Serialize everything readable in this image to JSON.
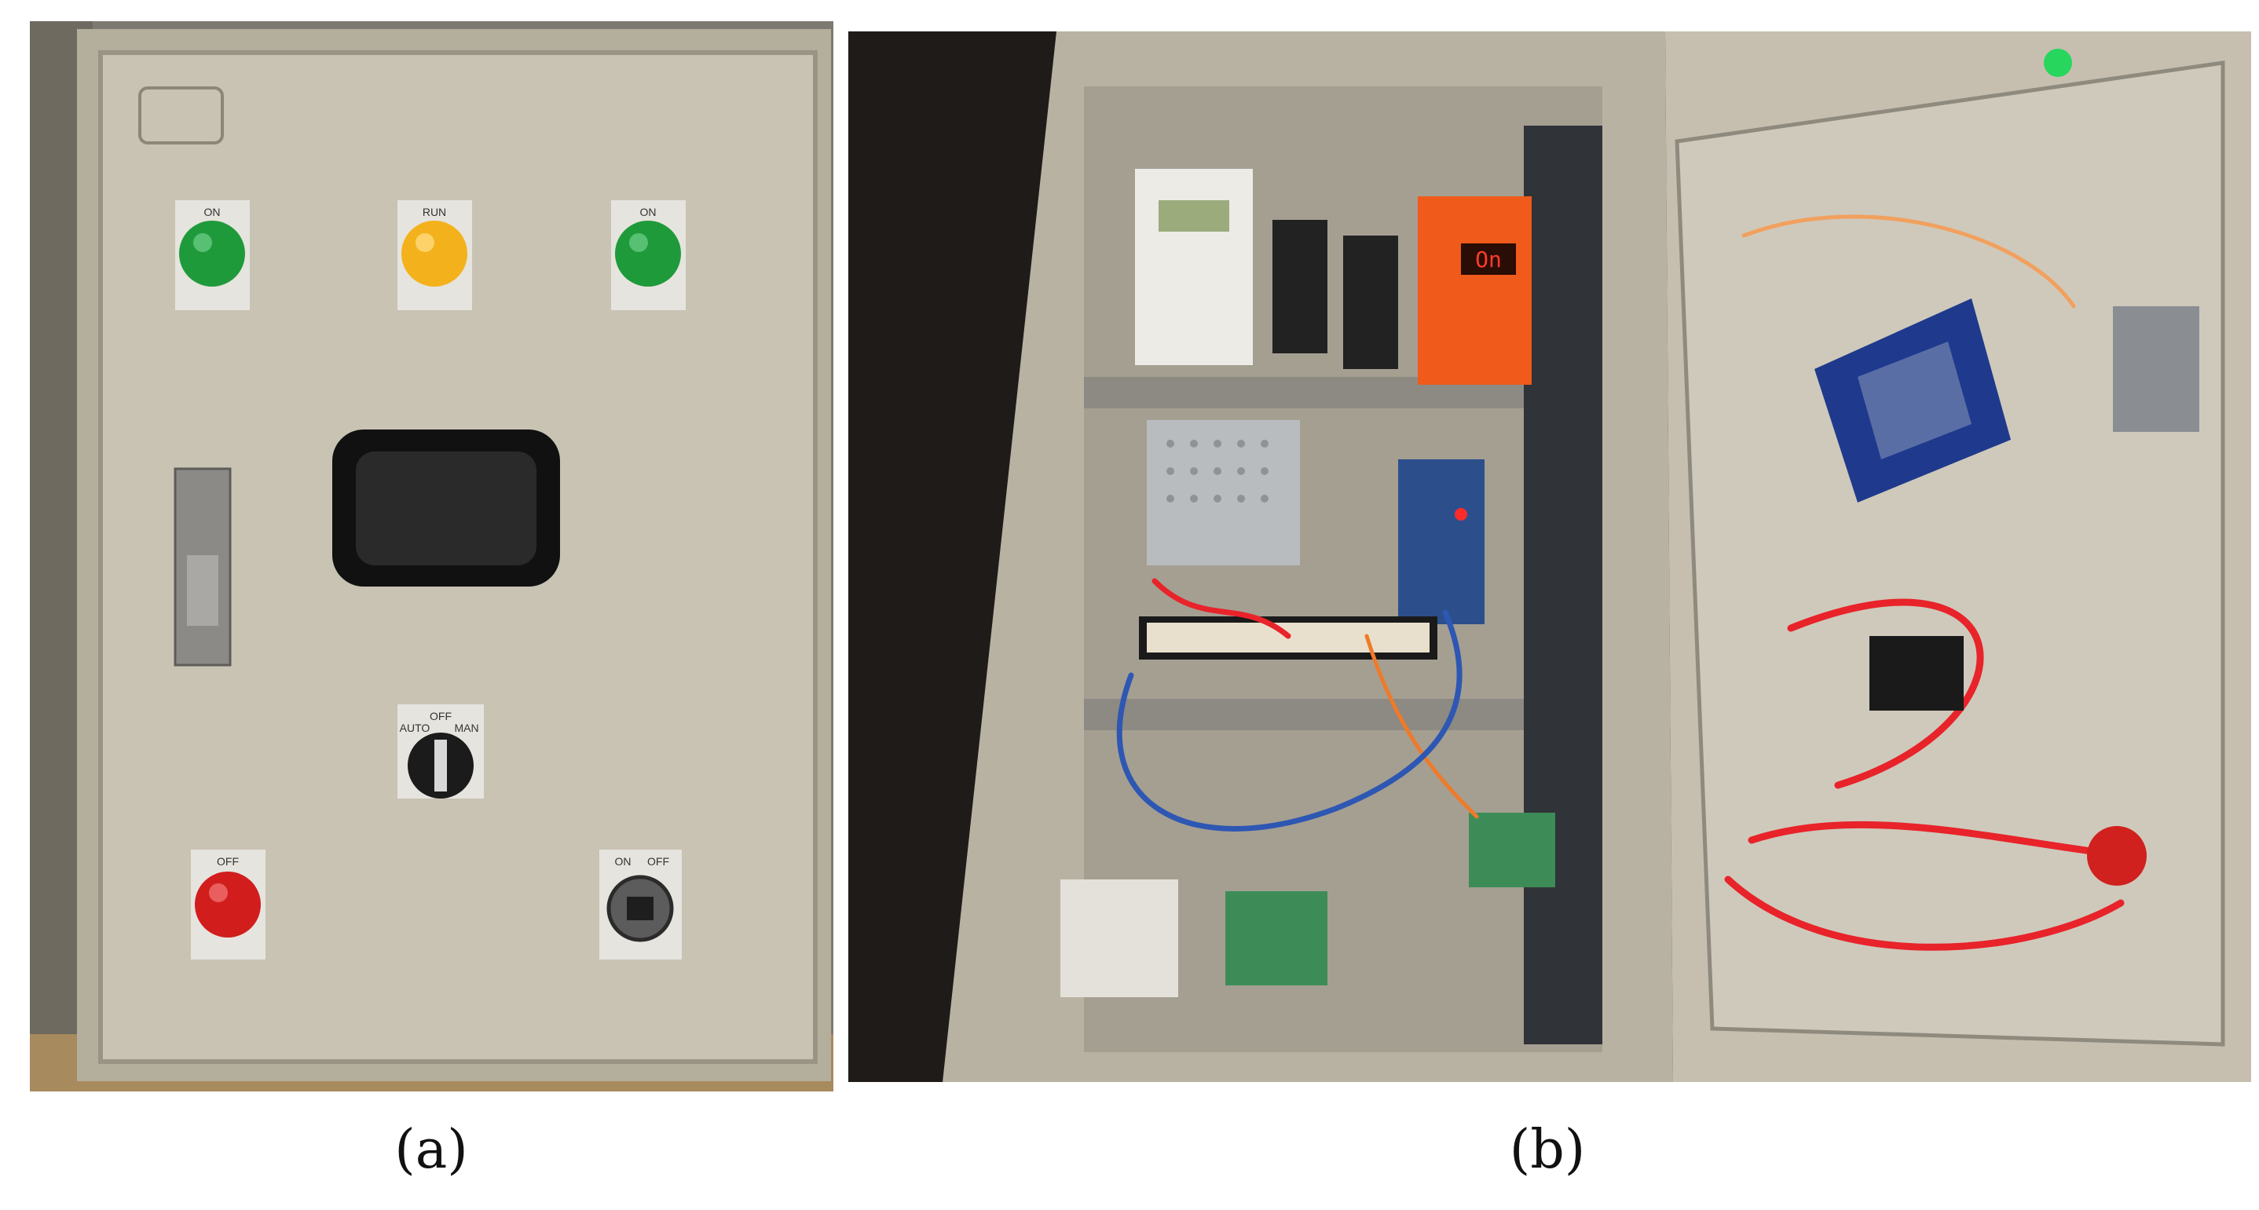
{
  "panels": [
    {
      "caption": "(a)",
      "labels": {
        "lamp_left": "ON",
        "lamp_middle": "RUN",
        "lamp_right": "ON",
        "selector_auto": "AUTO",
        "selector_off": "OFF",
        "selector_man": "MAN",
        "button_off": "OFF",
        "switch_on": "ON",
        "switch_off": "OFF"
      },
      "colors": {
        "cabinet": "#c9c3b3",
        "lamp_green": "#1f9a3a",
        "lamp_amber": "#f3b21b",
        "button_red": "#d21d1d"
      }
    },
    {
      "caption": "(b)",
      "labels": {
        "relay_display": "On"
      },
      "colors": {
        "cabinet_inner": "#b8b2a3",
        "module_orange": "#f05a1a",
        "wire_red": "#e8232a",
        "lcd_blue": "#1f3a8c"
      }
    }
  ]
}
